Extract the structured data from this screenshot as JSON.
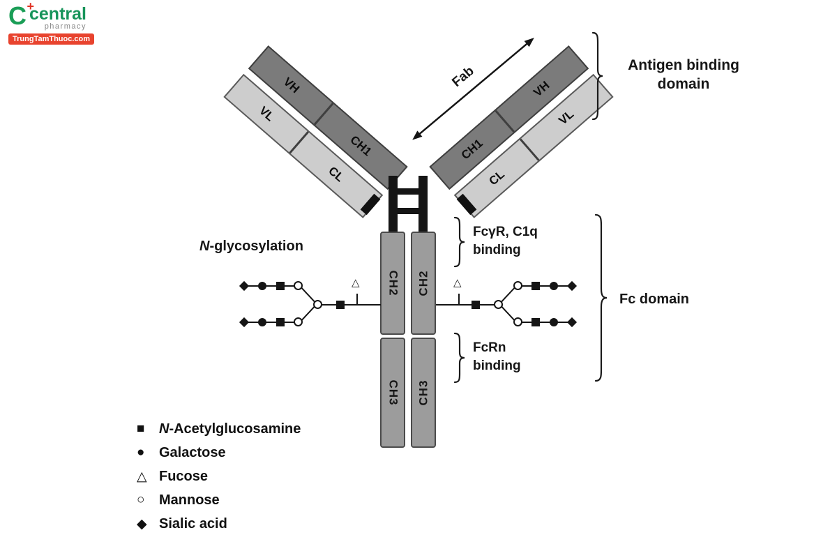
{
  "logo": {
    "brand": "central",
    "tagline": "pharmacy",
    "banner": "TrungTamThuoc.com",
    "icon_letter": "C",
    "icon_plus": "+"
  },
  "symbols": {
    "glcnac": "■",
    "galactose": "●",
    "fucose": "△",
    "mannose": "○",
    "sialic": "◆"
  },
  "diagram": {
    "arms": {
      "vh": "VH",
      "ch1": "CH1",
      "vl": "VL",
      "cl": "CL"
    },
    "fab": "Fab",
    "ch2": "CH2",
    "ch3": "CH3",
    "n_glyc_prefix": "N",
    "n_glyc_rest": "-glycosylation",
    "fcgr_line1": "FcγR, C1q",
    "fcgr_line2": "binding",
    "fcrn_line1": "FcRn",
    "fcrn_line2": "binding",
    "fc_domain": "Fc domain",
    "antigen_line1": "Antigen binding",
    "antigen_line2": "domain"
  },
  "legend": {
    "items": [
      {
        "symbol": "■",
        "label_prefix": "N",
        "label": "-Acetylglucosamine"
      },
      {
        "symbol": "●",
        "label": "Galactose"
      },
      {
        "symbol": "△",
        "label": "Fucose"
      },
      {
        "symbol": "○",
        "label": "Mannose"
      },
      {
        "symbol": "◆",
        "label": "Sialic acid"
      }
    ]
  }
}
